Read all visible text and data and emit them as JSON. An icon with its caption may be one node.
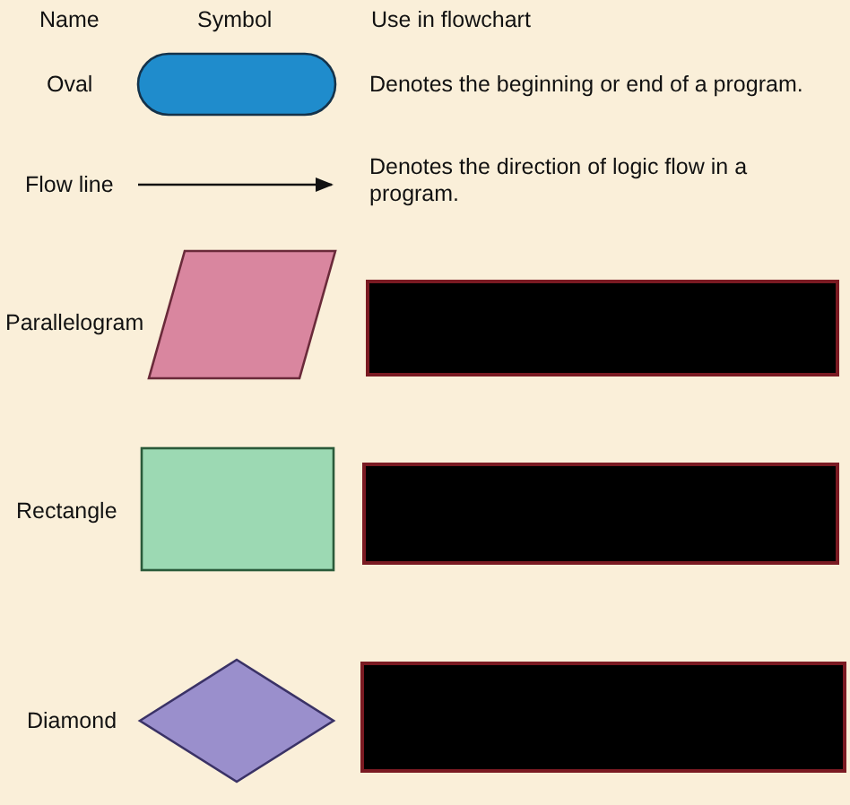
{
  "diagram": {
    "nodes": [
      {
        "text": [],
        "shape": "oval"
      },
      {
        "text": [],
        "shape": "parallelogram"
      },
      {
        "text": [],
        "shape": "box"
      },
      {
        "text": [],
        "shape": "diamond"
      }
    ],
    "labels": [
      "Name",
      "Symbol",
      "Use in flowchart",
      "Oval",
      "Denotes the beginning or end of a program.",
      "Flow line",
      "Denotes the direction of logic flow in a program.",
      "Parallelogram",
      "Rectangle",
      "Diamond"
    ]
  }
}
